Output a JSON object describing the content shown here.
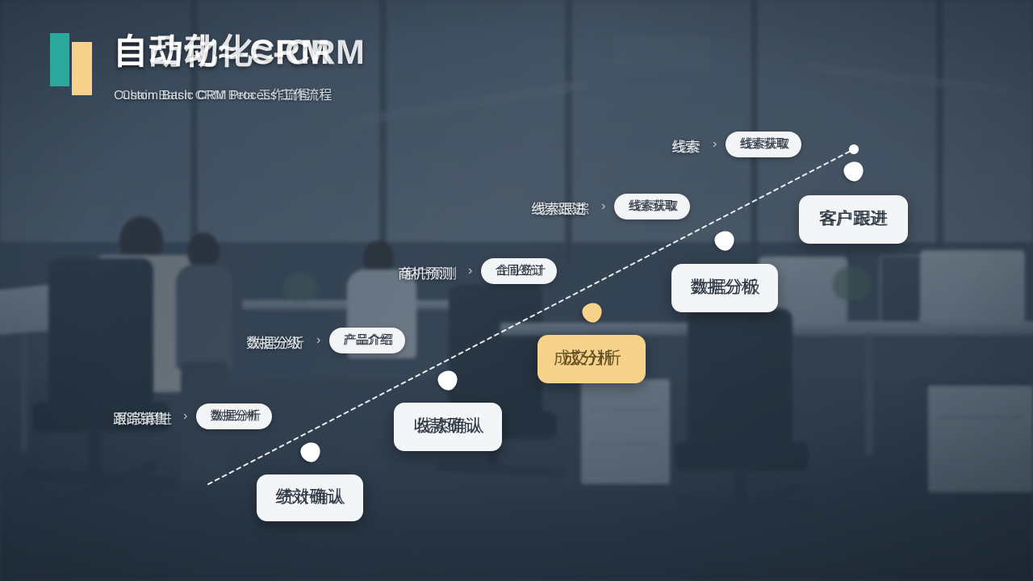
{
  "header": {
    "title_main": "自动化≈-CRM",
    "title_ghost": "自凸动化≈-CRM",
    "subtitle_main": "Custom Basic CRM Process 工作流程",
    "subtitle_ghost": "Chain Batch CRM Beta 工作流程",
    "logo_teal_color": "#2BA89D",
    "logo_amber_color": "#F6D28A"
  },
  "accent_color": "#F6D28A",
  "card_color": "#F3F5F7",
  "steps": [
    {
      "label_main": "线索",
      "label_ghost": "线索",
      "chevron": "›",
      "pill_main": "线索获取",
      "pill_ghost": "线索获取"
    },
    {
      "label_main": "线索跟进",
      "label_ghost": "线索跟踪",
      "chevron": "›",
      "pill_main": "线索获取",
      "pill_ghost": "线索获取"
    },
    {
      "label_main": "商机预测",
      "label_ghost": "客户预测",
      "chevron": "›",
      "pill_main": "合同签订",
      "pill_ghost": "企业统计"
    },
    {
      "label_main": "数据分级",
      "label_ghost": "数据分析",
      "chevron": "›",
      "pill_main": "产品介绍",
      "pill_ghost": "产品介绍"
    },
    {
      "label_main": "跟踪销售",
      "label_ghost": "阶段跟进",
      "chevron": "›",
      "pill_main": "数据分析",
      "pill_ghost": "数据分析"
    }
  ],
  "nodes": [
    {
      "text_main": "客户跟进",
      "text_ghost": "客户跟进",
      "accent": false
    },
    {
      "text_main": "数据分析",
      "text_ghost": "数据分级",
      "accent": false
    },
    {
      "text_main": "成分析",
      "text_ghost": "成交分析",
      "accent": true
    },
    {
      "text_main": "收款确认",
      "text_ghost": "线索确认",
      "accent": false
    },
    {
      "text_main": "绩效确认",
      "text_ghost": "统计确认",
      "accent": false
    }
  ]
}
